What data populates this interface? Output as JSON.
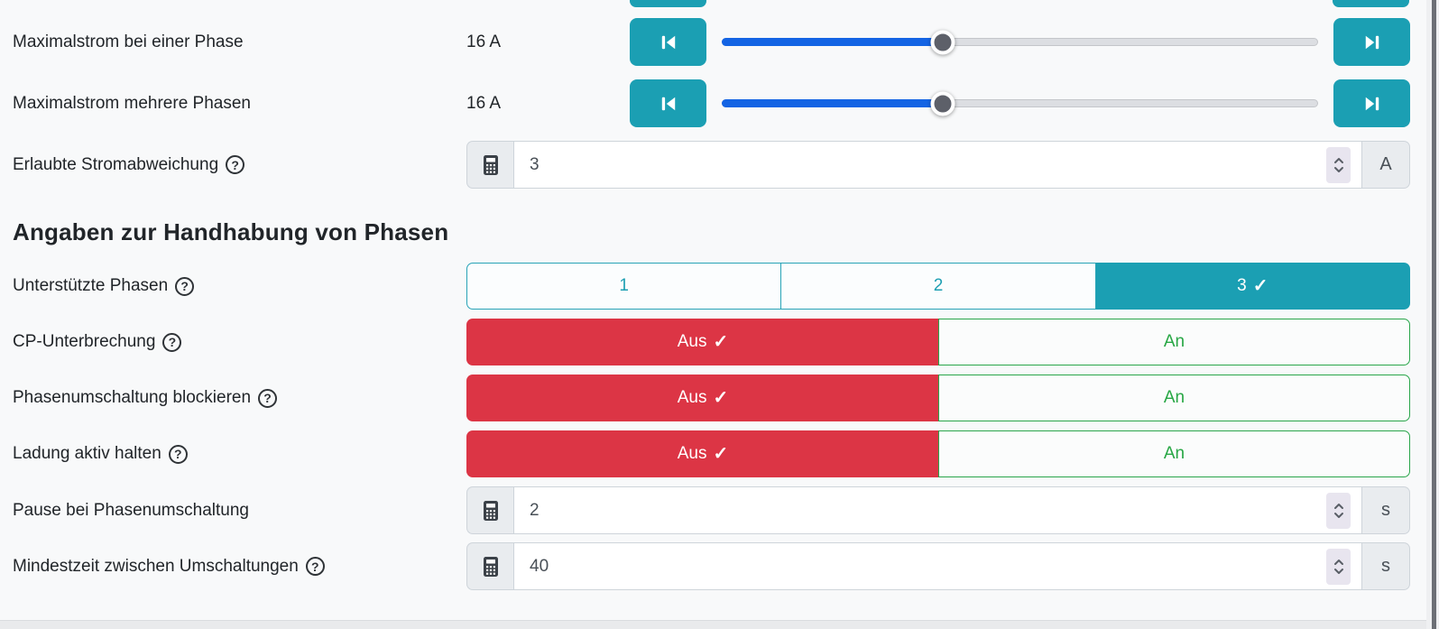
{
  "icons": {
    "check": "✓",
    "help": "?"
  },
  "colors": {
    "accent_teal": "#1b9fb3",
    "danger_red": "#dc3545",
    "success_green": "#28a745",
    "slider_blue": "#1464e4"
  },
  "slider_rows": [
    {
      "label": "Maximalstrom bei einer Phase",
      "value": "16 A",
      "percent": 37
    },
    {
      "label": "Maximalstrom mehrere Phasen",
      "value": "16 A",
      "percent": 37
    }
  ],
  "number_rows": [
    {
      "label": "Erlaubte Stromabweichung",
      "value": "3",
      "unit": "A"
    },
    {
      "label": "Pause bei Phasenumschaltung",
      "value": "2",
      "unit": "s"
    },
    {
      "label": "Mindestzeit zwischen Umschaltungen",
      "value": "40",
      "unit": "s"
    }
  ],
  "section": {
    "heading": "Angaben zur Handhabung von Phasen"
  },
  "phase_selector": {
    "label": "Unterstützte Phasen",
    "options": [
      "1",
      "2",
      "3"
    ],
    "selected": "3"
  },
  "toggle_rows": [
    {
      "label": "CP-Unterbrechung",
      "off_label": "Aus",
      "on_label": "An",
      "selected": "Aus"
    },
    {
      "label": "Phasenumschaltung blockieren",
      "off_label": "Aus",
      "on_label": "An",
      "selected": "Aus"
    },
    {
      "label": "Ladung aktiv halten",
      "off_label": "Aus",
      "on_label": "An",
      "selected": "Aus"
    }
  ]
}
